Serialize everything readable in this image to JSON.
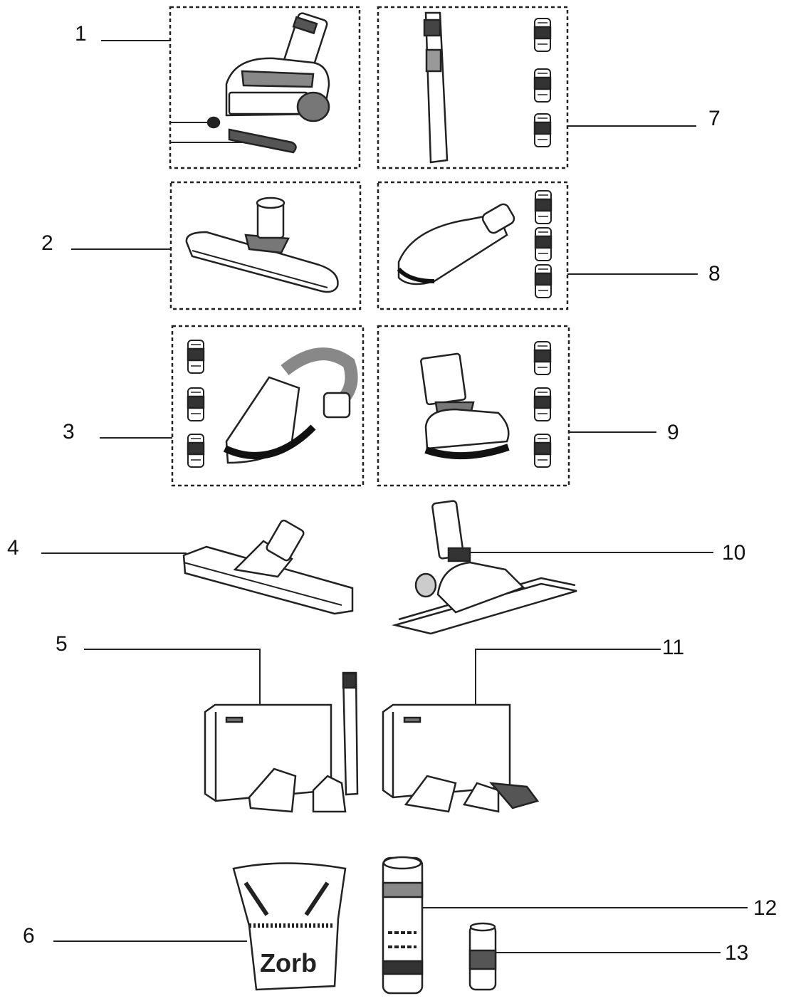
{
  "diagram": {
    "callouts": [
      {
        "id": "1",
        "label": "1"
      },
      {
        "id": "2",
        "label": "2"
      },
      {
        "id": "3",
        "label": "3"
      },
      {
        "id": "4",
        "label": "4"
      },
      {
        "id": "5",
        "label": "5"
      },
      {
        "id": "6",
        "label": "6"
      },
      {
        "id": "7",
        "label": "7"
      },
      {
        "id": "8",
        "label": "8"
      },
      {
        "id": "9",
        "label": "9"
      },
      {
        "id": "10",
        "label": "10"
      },
      {
        "id": "11",
        "label": "11"
      },
      {
        "id": "12",
        "label": "12"
      },
      {
        "id": "13",
        "label": "13"
      }
    ],
    "pouch_brand": "Zorb"
  }
}
